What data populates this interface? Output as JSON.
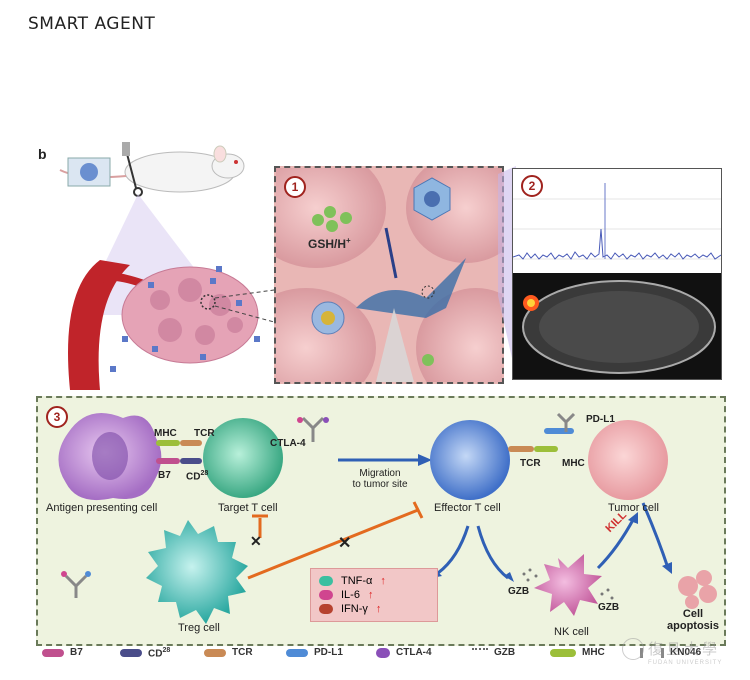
{
  "header": {
    "title": "SMART AGENT"
  },
  "panel_labels": {
    "b": "b",
    "p1": "1",
    "p2": "2",
    "p3": "3"
  },
  "panel1": {
    "gsh": "GSH/H",
    "gsh_sup": "+"
  },
  "panel3": {
    "mhc_left": "MHC",
    "tcr_left": "TCR",
    "b7": "B7",
    "cd28": "CD",
    "cd28_sup": "28",
    "ctla4": "CTLA-4",
    "migration": "Migration",
    "to_tumor": "to tumor site",
    "pdl1": "PD-L1",
    "tcr_right": "TCR",
    "mhc_right": "MHC",
    "kill": "KILL",
    "gzb1": "GZB",
    "gzb2": "GZB",
    "cells": {
      "apc": "Antigen presenting cell",
      "target_t": "Target T cell",
      "effector_t": "Effector T cell",
      "tumor": "Tumor cell",
      "treg": "Treg cell",
      "nk": "NK cell",
      "apoptosis": "Cell apoptosis"
    },
    "cytokines": [
      {
        "name": "TNF-α",
        "color": "#3bbfa0"
      },
      {
        "name": "IL-6",
        "color": "#d0458f"
      },
      {
        "name": "IFN-γ",
        "color": "#b6422f"
      }
    ]
  },
  "legend": [
    {
      "label": "B7",
      "color": "#c0508e",
      "icon": "b7-icon"
    },
    {
      "label": "CD",
      "sup": "28",
      "color": "#4a4d8a",
      "icon": "cd28-icon"
    },
    {
      "label": "TCR",
      "color": "#c98a55",
      "icon": "tcr-icon"
    },
    {
      "label": "PD-L1",
      "color": "#4f8bd6",
      "icon": "pdl1-icon"
    },
    {
      "label": "CTLA-4",
      "color": "#8a4fb8",
      "icon": "ctla4-icon"
    },
    {
      "label": "GZB",
      "color": "#666666",
      "icon": "gzb-icon"
    },
    {
      "label": "MHC",
      "color": "#9cbf3a",
      "icon": "mhc-icon"
    },
    {
      "label": "KN046",
      "color": "#888888",
      "icon": "kn046-icon"
    }
  ],
  "watermark": {
    "name": "復旦大學",
    "sub": "FUDAN UNIVERSITY"
  },
  "colors": {
    "accent_red": "#a0231e",
    "panel3_bg": "#eef3df",
    "panel1_bg": "#e9b7b5",
    "arrow_blue": "#2f5fb5",
    "inhibit_orange": "#e36a1f"
  }
}
